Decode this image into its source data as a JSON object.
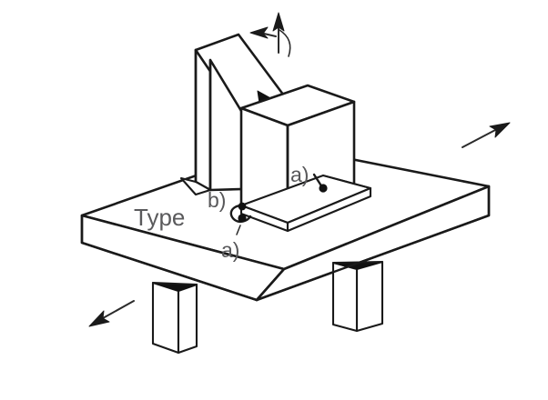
{
  "figure": {
    "kind": "isometric-technical-line-drawing",
    "subject": "welded plate assembly on supported base plate",
    "background_color": "#ffffff",
    "line_color": "#1a1a1a",
    "text_color": "#58585a"
  },
  "labels": {
    "type_label": "Type",
    "callout_weld_right": "a)",
    "callout_weld_front": "a)",
    "callout_weld_back": "b)"
  },
  "annotations": {
    "arrow_up_vertical": "up-arrow",
    "arrow_up_left": "up-left-arrow",
    "arrow_up_right": "up-right-arrow",
    "arrow_down_left": "down-left-arrow",
    "rotation_hint": "curved-rotation-indicator"
  },
  "parts": {
    "base_plate": "base-plate",
    "left_leg": "left-support-leg",
    "right_leg": "right-support-leg",
    "back_plate": "back-vertical-plate",
    "front_plate": "front-vertical-plate"
  }
}
